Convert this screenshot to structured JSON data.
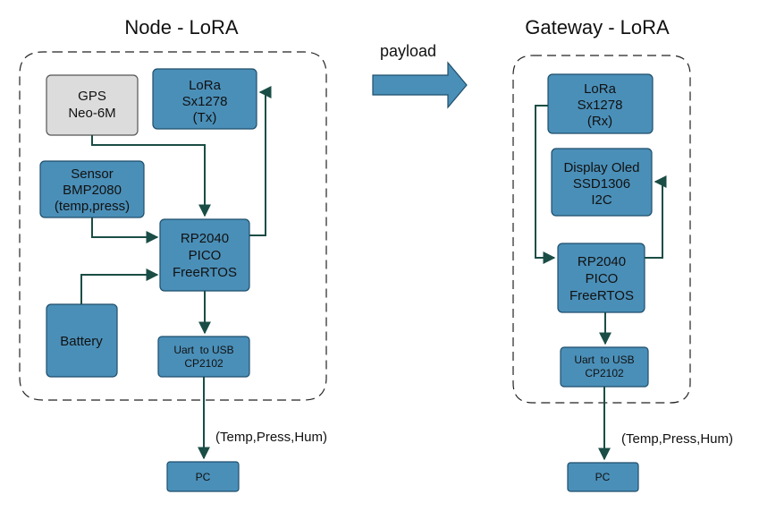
{
  "node": {
    "title": "Node - LoRA",
    "gps": {
      "line1": "GPS",
      "line2": "Neo-6M"
    },
    "lora": {
      "line1": "LoRa",
      "line2": "Sx1278",
      "line3": "(Tx)"
    },
    "sensor": {
      "line1": "Sensor",
      "line2": "BMP2080",
      "line3": "(temp,press)"
    },
    "mcu": {
      "line1": "RP2040",
      "line2": "PICO",
      "line3": "FreeRTOS"
    },
    "battery": {
      "line1": "Battery"
    },
    "uart": {
      "line1": "Uart  to USB",
      "line2": "CP2102"
    },
    "pc": {
      "line1": "PC"
    },
    "output_label": "(Temp,Press,Hum)"
  },
  "payload_label": "payload",
  "gateway": {
    "title": "Gateway - LoRA",
    "lora": {
      "line1": "LoRa",
      "line2": "Sx1278",
      "line3": "(Rx)"
    },
    "display": {
      "line1": "Display Oled",
      "line2": "SSD1306",
      "line3": "I2C"
    },
    "mcu": {
      "line1": "RP2040",
      "line2": "PICO",
      "line3": "FreeRTOS"
    },
    "uart": {
      "line1": "Uart  to USB",
      "line2": "CP2102"
    },
    "pc": {
      "line1": "PC"
    },
    "output_label": "(Temp,Press,Hum)"
  },
  "colors": {
    "box_fill": "#4a8fb8",
    "gps_fill": "#dcdcdc",
    "wire": "#1a4d45",
    "payload_arrow": "#4a8fb8"
  }
}
